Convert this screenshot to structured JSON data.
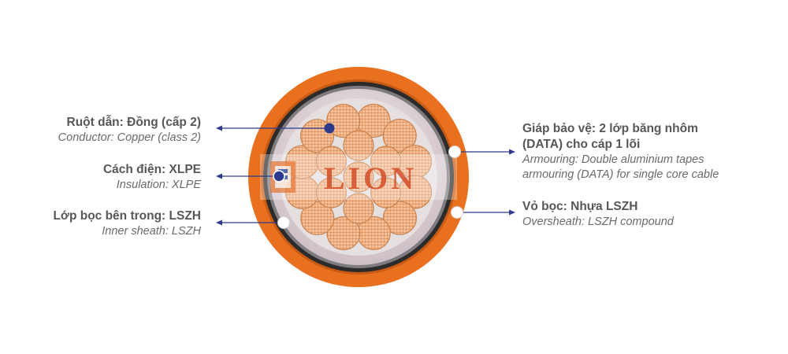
{
  "callouts": {
    "conductor": {
      "vi": "Ruột dẫn: Đồng (cấp 2)",
      "en": "Conductor: Copper (class 2)"
    },
    "insulation": {
      "vi": "Cách điện: XLPE",
      "en": "Insulation: XLPE"
    },
    "inner_sheath": {
      "vi": "Lớp bọc bên trong: LSZH",
      "en": "Inner sheath: LSZH"
    },
    "armouring": {
      "vi_line1": "Giáp bảo vệ: 2 lớp băng nhôm",
      "vi_line2": "(DATA) cho cáp 1 lõi",
      "en_line1": "Armouring: Double aluminium tapes",
      "en_line2": "armouring (DATA) for single core cable"
    },
    "oversheath": {
      "vi": "Vỏ bọc: Nhựa LSZH",
      "en": "Oversheath: LSZH compound"
    }
  },
  "watermark": {
    "text": "LION"
  },
  "colors": {
    "oversheath": "#e8701e",
    "armour": "#2b2b2b",
    "inner_sheath": "#d9cdd6",
    "copper": "#f0b68c",
    "copper_edge": "#c9834f",
    "pointer": "#2d3a8c",
    "text": "#555555"
  }
}
